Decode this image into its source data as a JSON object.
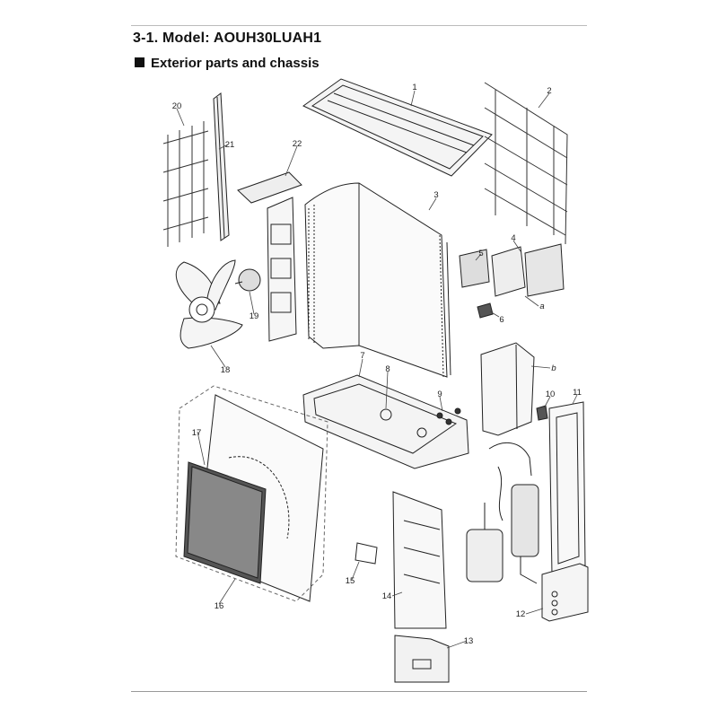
{
  "header": {
    "title": "3-1. Model: AOUH30LUAH1",
    "subtitle": "Exterior parts and chassis"
  },
  "callouts": [
    "1",
    "2",
    "3",
    "4",
    "5",
    "6",
    "7",
    "8",
    "9",
    "10",
    "11",
    "12",
    "13",
    "14",
    "15",
    "16",
    "17",
    "18",
    "19",
    "20",
    "21",
    "22"
  ],
  "letter_callouts": [
    "a",
    "b"
  ]
}
